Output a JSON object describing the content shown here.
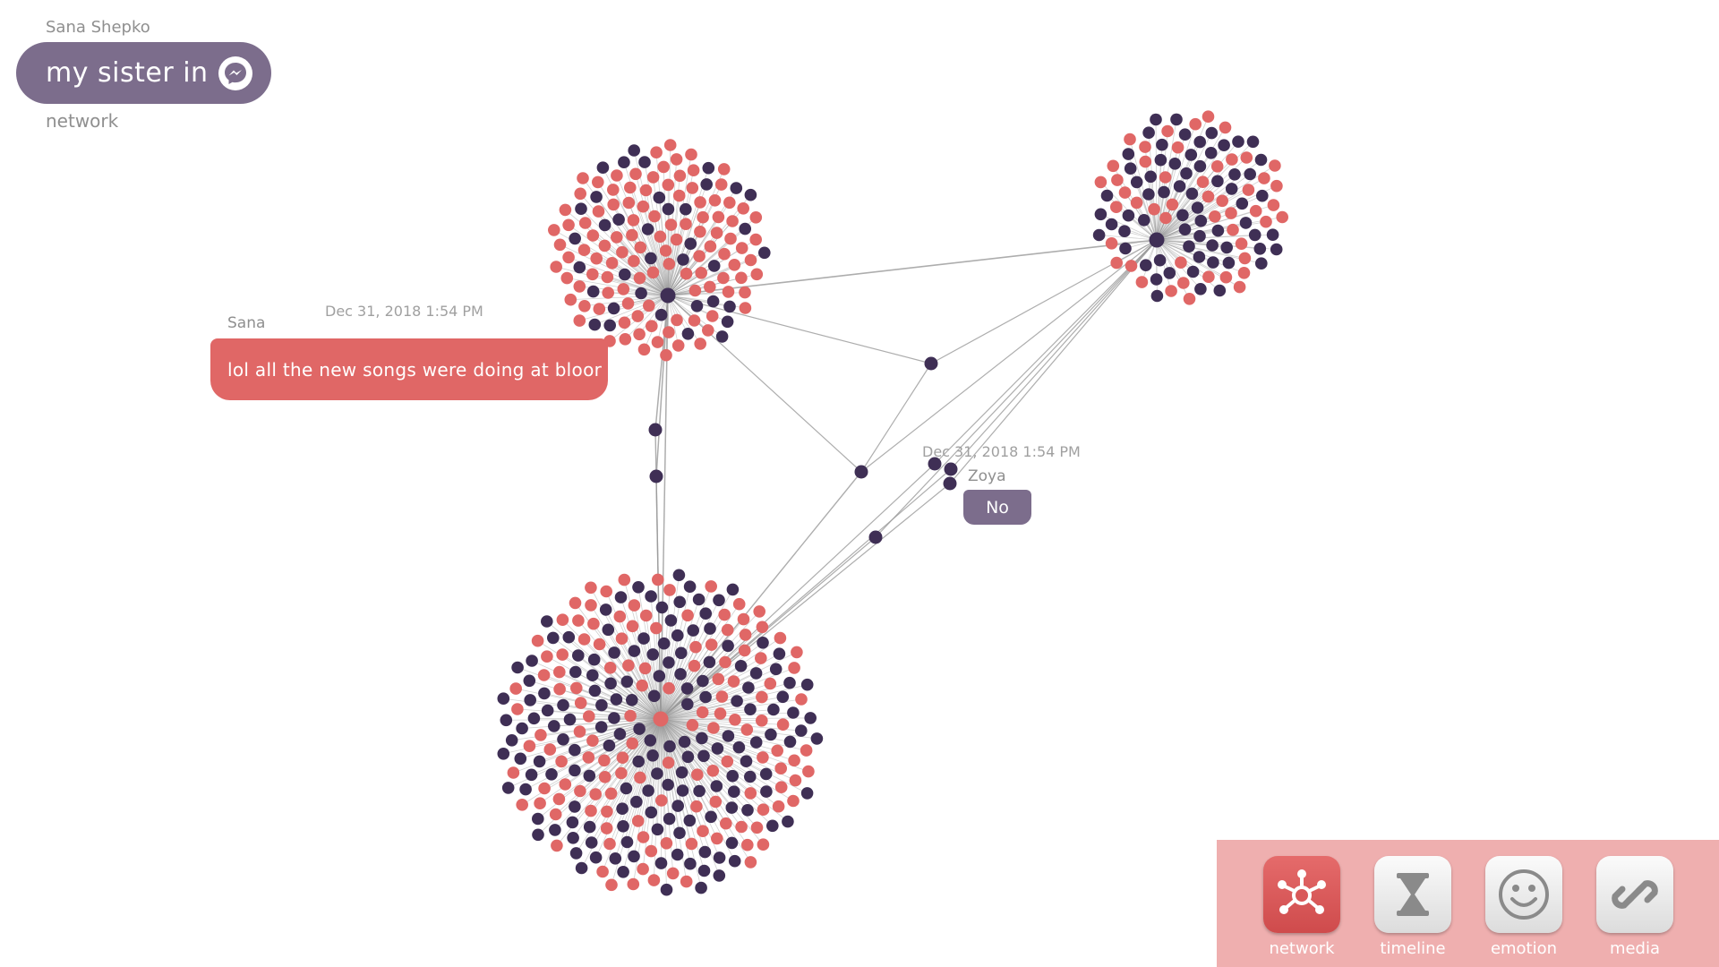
{
  "header": {
    "owner_name": "Sana Shepko",
    "chat_title": "my sister in",
    "messenger_icon": "messenger-icon",
    "view_name": "network"
  },
  "messages": {
    "left": {
      "timestamp": "Dec 31, 2018 1:54 PM",
      "sender": "Sana",
      "text": "lol all the new songs were doing at bloor"
    },
    "right": {
      "timestamp": "Dec 31, 2018 1:54 PM",
      "sender": "Zoya",
      "text": "No"
    }
  },
  "colors": {
    "sana_node": "#e06766",
    "zoya_node": "#3f2f55",
    "edge": "#999999",
    "accent_pill": "#7c6d8c",
    "dock_bg": "#efafaf"
  },
  "dock": {
    "items": [
      {
        "label": "network",
        "icon": "network-icon",
        "active": true
      },
      {
        "label": "timeline",
        "icon": "hourglass-icon",
        "active": false
      },
      {
        "label": "emotion",
        "icon": "smiley-icon",
        "active": false
      },
      {
        "label": "media",
        "icon": "link-icon",
        "active": false
      }
    ]
  }
}
